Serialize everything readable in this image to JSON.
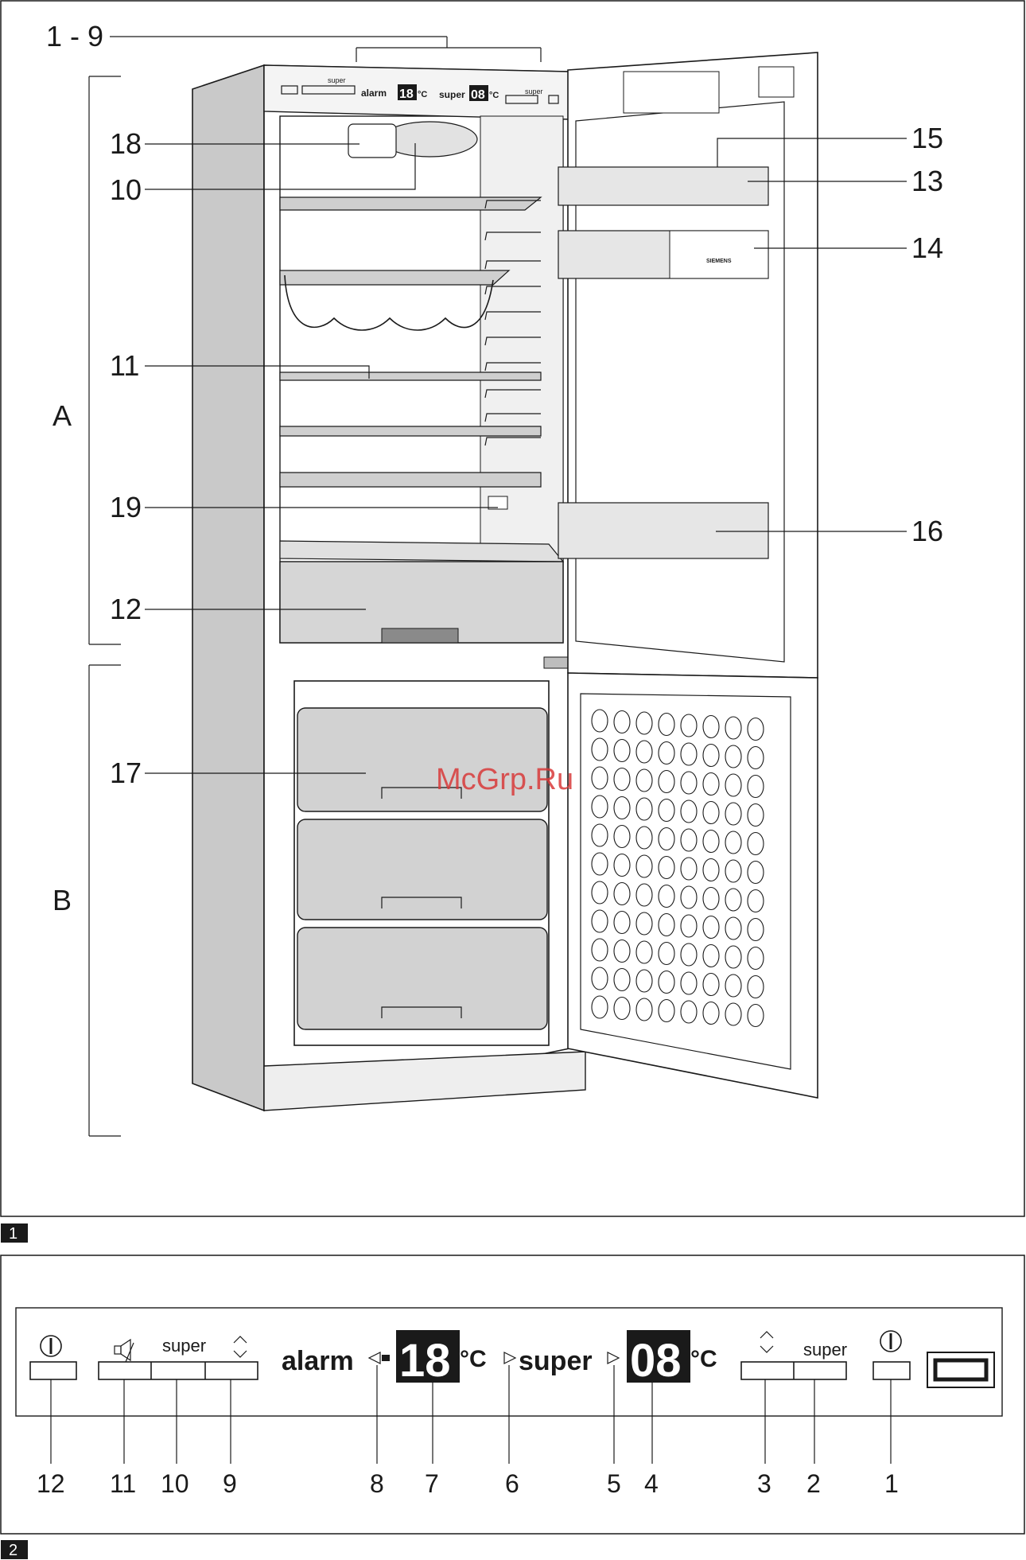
{
  "figure1": {
    "tag": "1",
    "top_label": "1 - 9",
    "section_a": "A",
    "section_b": "B",
    "left_labels": [
      "18",
      "10",
      "11",
      "19",
      "12",
      "17"
    ],
    "right_labels": [
      "15",
      "13",
      "14",
      "16"
    ],
    "brand_text": "SIEMENS",
    "watermark": "McGrp.Ru",
    "mini_panel": {
      "super_left": "super",
      "alarm": "alarm",
      "temp_fridge": "18",
      "unit": "°C",
      "super_mid": "super",
      "temp_freezer": "08",
      "super_right": "super"
    }
  },
  "figure2": {
    "tag": "2",
    "super_left": "super",
    "alarm": "alarm",
    "temp_fridge": "18",
    "unit_fridge": "°C",
    "super_mid": "super",
    "temp_freezer": "08",
    "unit_freezer": "°C",
    "super_right": "super",
    "callouts": [
      "12",
      "11",
      "10",
      "9",
      "8",
      "7",
      "6",
      "5",
      "4",
      "3",
      "2",
      "1"
    ]
  }
}
